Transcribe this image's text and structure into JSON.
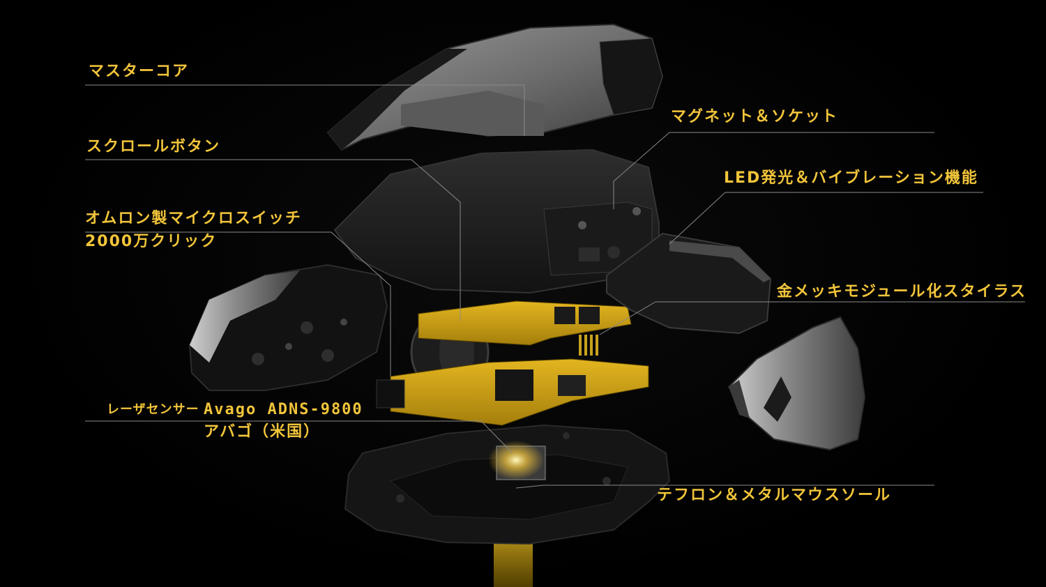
{
  "colors": {
    "background": "#000000",
    "label": "#f2c53a",
    "leader_line": "#8a8a8a",
    "pcb_yellow": "#d6a81a",
    "shell_silver": "#7a7a7a",
    "body_black": "#1b1b1b"
  },
  "callouts": {
    "master_core": "マスターコア",
    "scroll_button": "スクロールボタン",
    "omron_switch": "オムロン製マイクロスイッチ",
    "clicks": "2000万クリック",
    "magnet_socket": "マグネット＆ソケット",
    "led_vibration": "LED発光＆バイブレーション機能",
    "gold_stylus": "金メッキモジュール化スタイラス",
    "laser_sensor": "レーザセンサー",
    "sensor_model": "Avago  ADNS-9800",
    "sensor_maker": "アバゴ（米国）",
    "sole": "テフロン＆メタルマウスソール"
  }
}
